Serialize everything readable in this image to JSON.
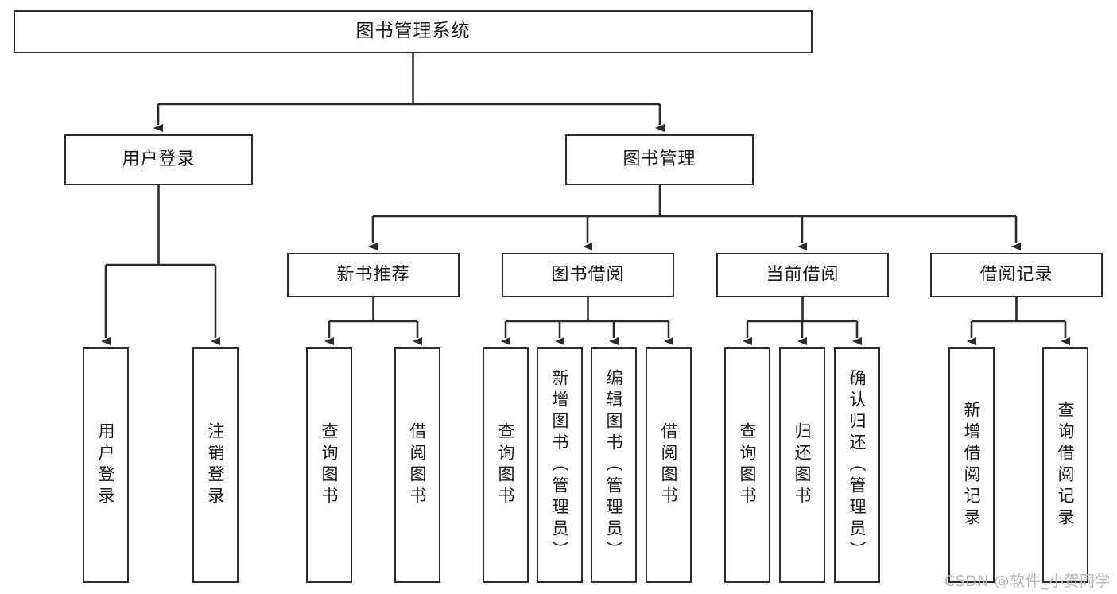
{
  "diagram": {
    "type": "tree",
    "title": "图书管理系统",
    "orientation": "top-down",
    "colors": {
      "stroke": "#2b2b2b",
      "fill": "#ffffff",
      "text": "#1a1a1a",
      "watermark": "#b9b9b9",
      "background": "#ffffff"
    },
    "root": {
      "label": "图书管理系统"
    },
    "level2": [
      {
        "id": "user-login",
        "label": "用户登录"
      },
      {
        "id": "book-manage",
        "label": "图书管理"
      }
    ],
    "level3": [
      {
        "id": "new-book-recommend",
        "label": "新书推荐"
      },
      {
        "id": "book-borrow",
        "label": "图书借阅"
      },
      {
        "id": "current-borrow",
        "label": "当前借阅"
      },
      {
        "id": "borrow-record",
        "label": "借阅记录"
      }
    ],
    "leaves": {
      "user_login": [
        {
          "id": "leaf-user-login",
          "label": "用户登录"
        },
        {
          "id": "leaf-logout-login",
          "label": "注销登录"
        }
      ],
      "new_book_recommend": [
        {
          "id": "leaf-query-book-1",
          "label": "查询图书"
        },
        {
          "id": "leaf-borrow-book-1",
          "label": "借阅图书"
        }
      ],
      "book_borrow": [
        {
          "id": "leaf-query-book-2",
          "label": "查询图书"
        },
        {
          "id": "leaf-add-book",
          "label": "新增图书（管理员）"
        },
        {
          "id": "leaf-edit-book",
          "label": "编辑图书（管理员）"
        },
        {
          "id": "leaf-borrow-book-2",
          "label": "借阅图书"
        }
      ],
      "current_borrow": [
        {
          "id": "leaf-query-book-3",
          "label": "查询图书"
        },
        {
          "id": "leaf-return-book",
          "label": "归还图书"
        },
        {
          "id": "leaf-confirm-return",
          "label": "确认归还（管理员）"
        }
      ],
      "borrow_record": [
        {
          "id": "leaf-add-record",
          "label": "新增借阅记录"
        },
        {
          "id": "leaf-query-record",
          "label": "查询借阅记录"
        }
      ]
    }
  },
  "watermark": {
    "text": "CSDN @软件_小贺同学"
  }
}
